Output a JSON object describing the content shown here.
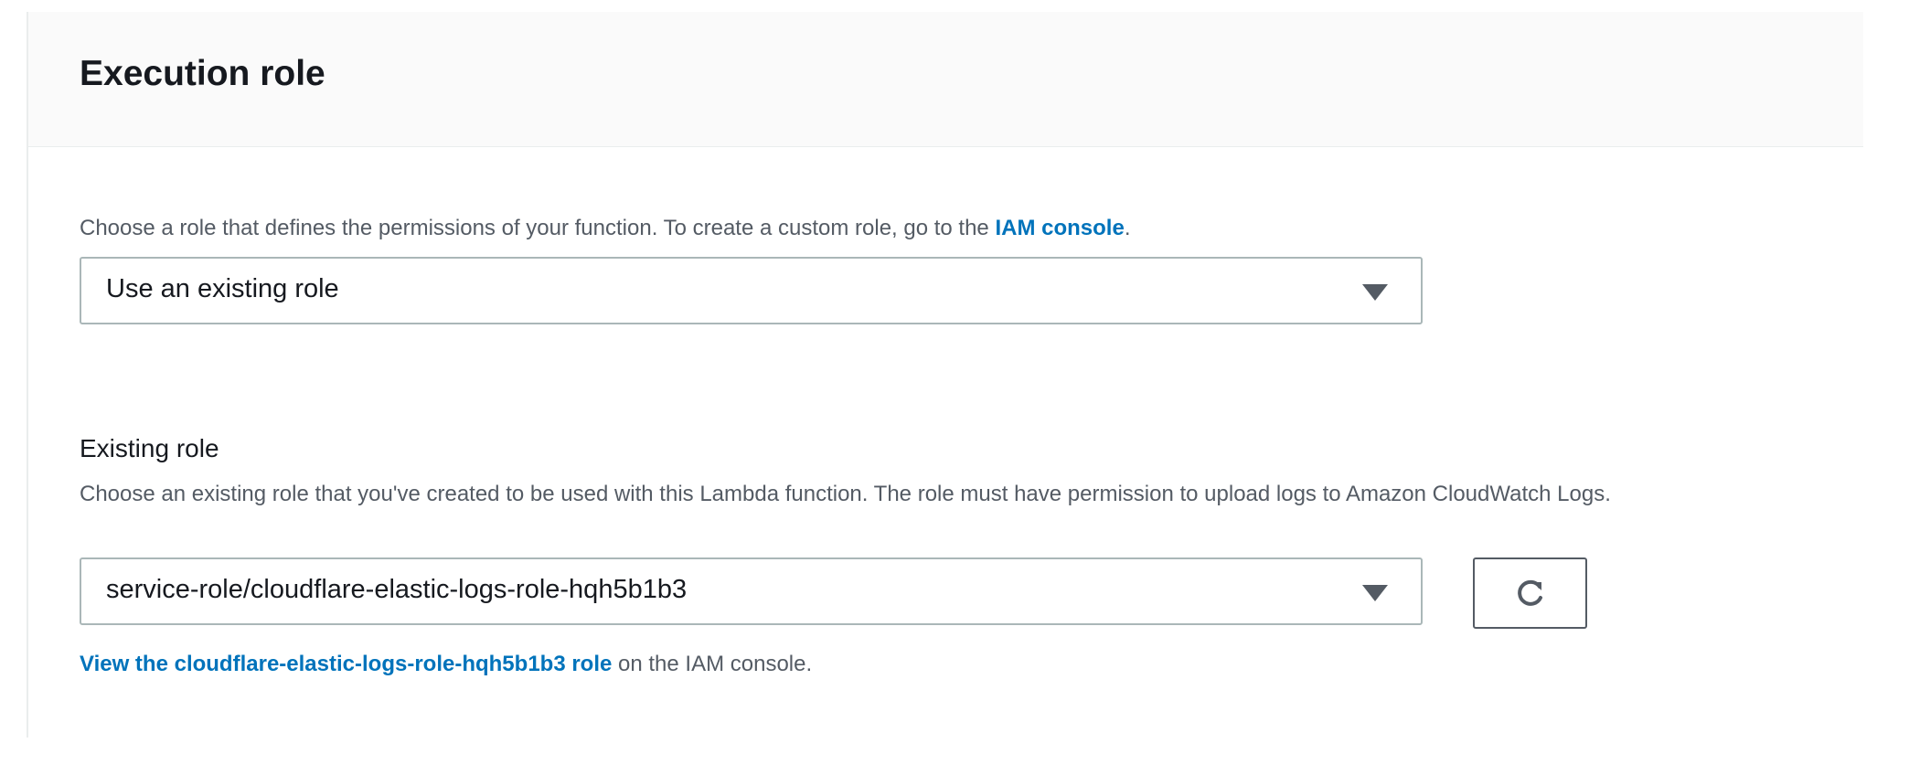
{
  "section": {
    "title": "Execution role",
    "description_prefix": "Choose a role that defines the permissions of your function. To create a custom role, go to the ",
    "description_link": "IAM console",
    "description_suffix": ".",
    "role_type_select": {
      "value": "Use an existing role"
    },
    "existing_role": {
      "label": "Existing role",
      "description": "Choose an existing role that you've created to be used with this Lambda function. The role must have permission to upload logs to Amazon CloudWatch Logs.",
      "value": "service-role/cloudflare-elastic-logs-role-hqh5b1b3",
      "refresh_icon": "refresh-icon",
      "view_link": "View the cloudflare-elastic-logs-role-hqh5b1b3 role",
      "view_suffix": " on the IAM console."
    }
  },
  "colors": {
    "link": "#0073bb",
    "header_bg": "#fafafa",
    "muted_text": "#545b64"
  }
}
